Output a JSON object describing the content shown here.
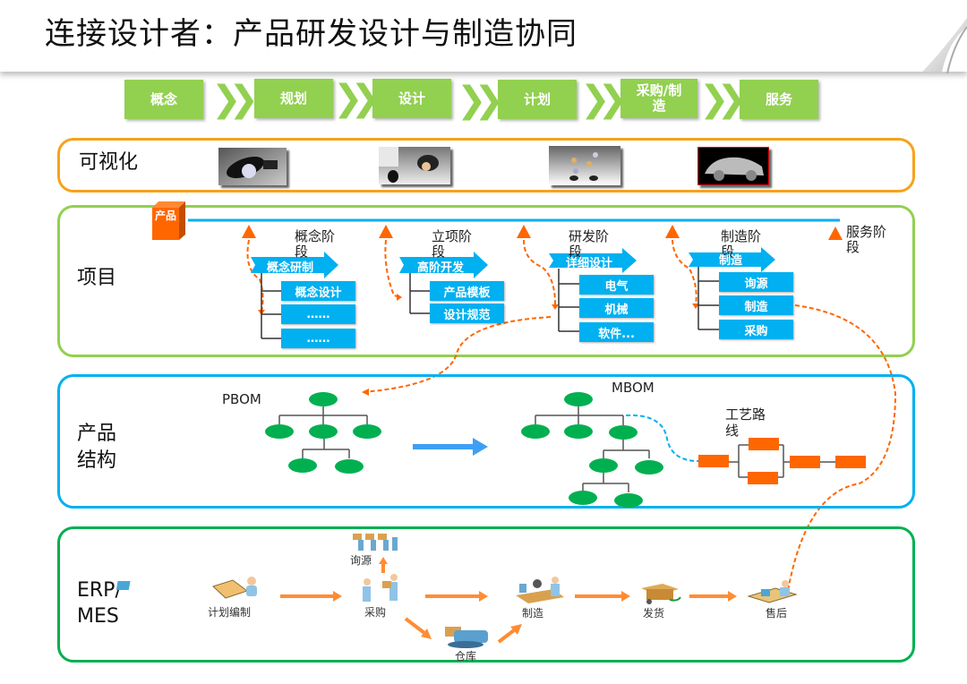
{
  "title": "连接设计者：产品研发设计与制造协同",
  "process_steps": [
    {
      "label": "概念"
    },
    {
      "label": "规划"
    },
    {
      "label": "设计"
    },
    {
      "label": "计划"
    },
    {
      "label": "采购/制造"
    },
    {
      "label": "服务"
    }
  ],
  "colors": {
    "step_green": "#92d050",
    "visual_orange": "#f7a21b",
    "project_green": "#92d050",
    "structure_blue": "#00b0f0",
    "erp_green": "#00b050",
    "box_blue": "#00b0f0",
    "accent_orange": "#ff6600",
    "node_green": "#00b050"
  },
  "lanes": {
    "visualization": {
      "label": "可视化",
      "thumbnails": [
        {
          "icon": "engine-part-render"
        },
        {
          "icon": "cad-assembly-screenshot"
        },
        {
          "icon": "exploded-view-render"
        },
        {
          "icon": "car-render"
        }
      ]
    },
    "project": {
      "label": "项目",
      "product_tag": "产品",
      "phases": [
        {
          "label": "概念阶段",
          "banner": "概念研制",
          "items": [
            "概念设计",
            "……",
            "……"
          ]
        },
        {
          "label": "立项阶段",
          "banner": "高阶开发",
          "items": [
            "产品模板",
            "设计规范"
          ]
        },
        {
          "label": "研发阶段",
          "banner": "详细设计",
          "items": [
            "电气",
            "机械",
            "软件..."
          ]
        },
        {
          "label": "制造阶段",
          "banner": "制造",
          "items": [
            "询源",
            "制造",
            "采购"
          ]
        },
        {
          "label": "服务阶段"
        }
      ]
    },
    "structure": {
      "label_line1": "产品",
      "label_line2": "结构",
      "pbom_label": "PBOM",
      "mbom_label": "MBOM",
      "routing_label_line1": "工艺路",
      "routing_label_line2": "线"
    },
    "erp": {
      "label_line1": "ERP/",
      "label_line2": "MES",
      "nodes": [
        {
          "label": "计划编制",
          "icon": "planner-icon"
        },
        {
          "label": "询源",
          "icon": "suppliers-icon"
        },
        {
          "label": "采购",
          "icon": "purchase-icon"
        },
        {
          "label": "仓库",
          "icon": "warehouse-forklift-icon"
        },
        {
          "label": "制造",
          "icon": "manufacturing-icon"
        },
        {
          "label": "发货",
          "icon": "shipping-icon"
        },
        {
          "label": "售后",
          "icon": "after-sales-icon"
        }
      ]
    }
  }
}
